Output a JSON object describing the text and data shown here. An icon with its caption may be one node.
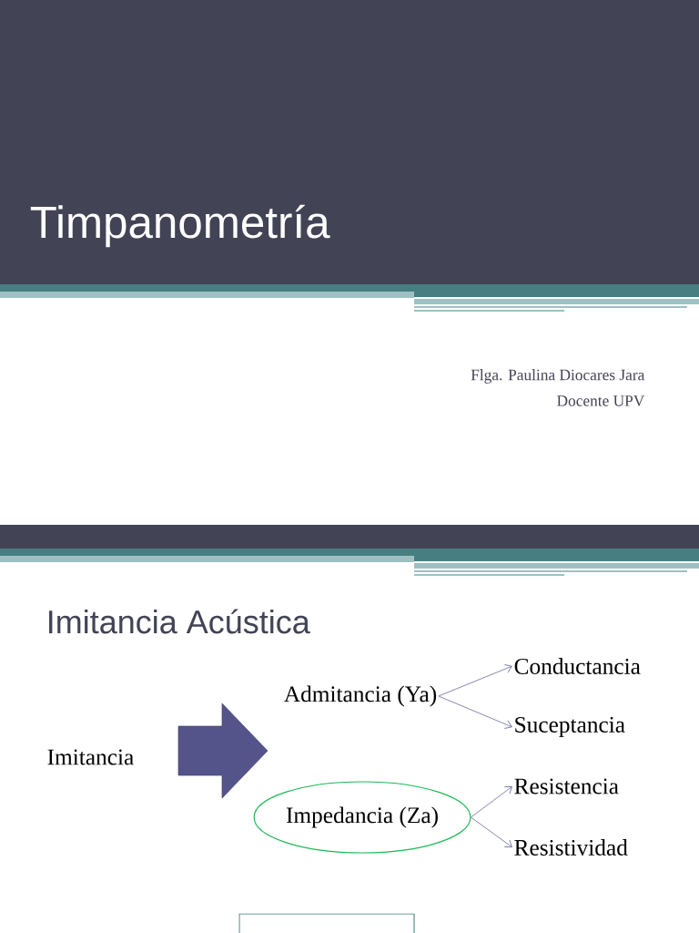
{
  "diagram": {
    "title": "Timpanometría",
    "nodes": [
      {
        "text": [
          "Imitancia"
        ]
      },
      {
        "text": [],
        "shape": "arrow"
      },
      {
        "text": [
          "Admitancia (Ya)"
        ]
      },
      {
        "text": [
          "Impedancia (Za)"
        ]
      },
      {
        "text": [
          "Conductancia"
        ]
      },
      {
        "text": [
          "Suceptancia"
        ]
      },
      {
        "text": [
          "Resistencia"
        ]
      },
      {
        "text": [
          "Resistividad"
        ]
      }
    ],
    "edges": [
      {
        "from": 2,
        "to": 4,
        "arrow": "to"
      },
      {
        "from": 2,
        "to": 5,
        "arrow": "to"
      },
      {
        "from": 3,
        "to": 6,
        "arrow": "to"
      },
      {
        "from": 3,
        "to": 7,
        "arrow": "to"
      }
    ],
    "labels": [
      "Flga. Paulina Diocares Jara",
      "Docente UPV",
      "Imitancia Acústica"
    ]
  }
}
